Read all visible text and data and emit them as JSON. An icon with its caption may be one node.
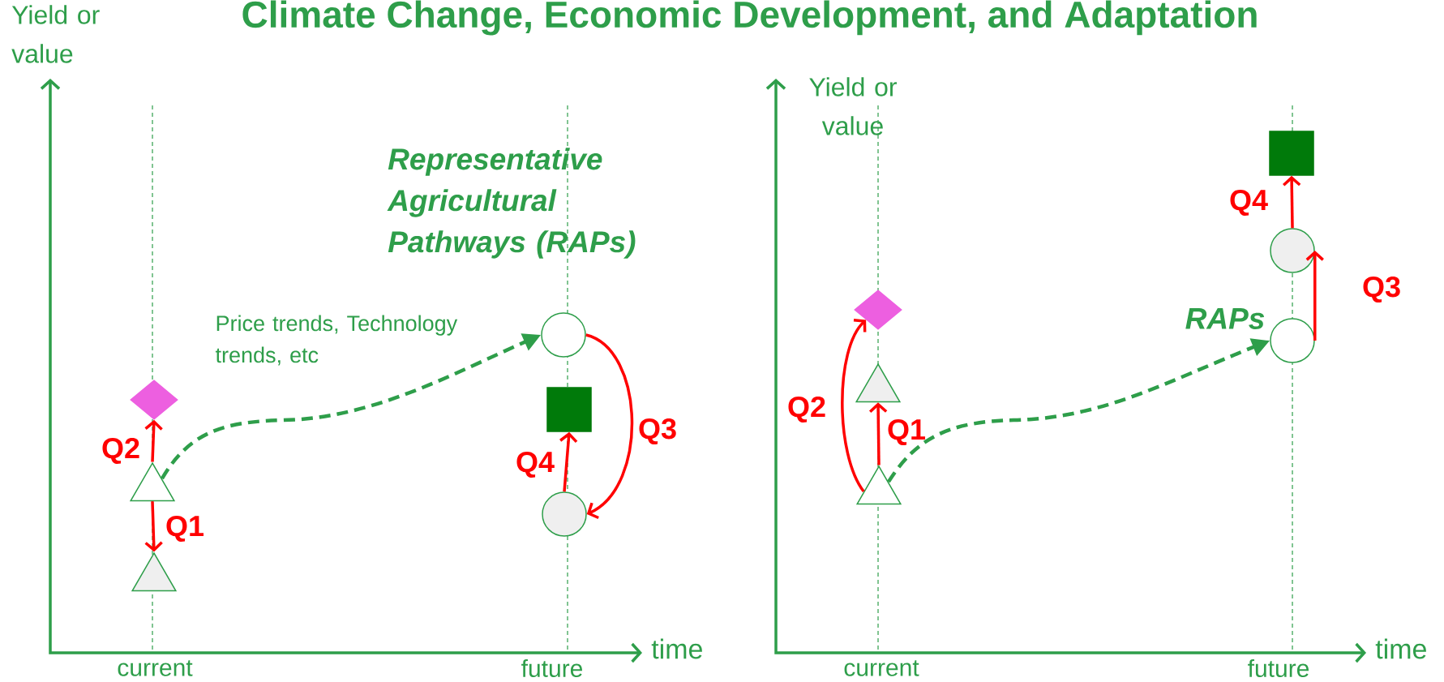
{
  "diagram": {
    "title": "Climate Change, Economic Development, and Adaptation",
    "nodes": [
      {
        "text": [],
        "shape": "diamond"
      },
      {
        "text": [],
        "shape": "triangle"
      },
      {
        "text": [],
        "shape": "triangle"
      },
      {
        "text": [],
        "shape": "circle"
      },
      {
        "text": [],
        "shape": "square"
      },
      {
        "text": [],
        "shape": "circle"
      },
      {
        "text": [],
        "shape": "diamond"
      },
      {
        "text": [],
        "shape": "triangle"
      },
      {
        "text": [],
        "shape": "triangle"
      },
      {
        "text": [],
        "shape": "square"
      },
      {
        "text": [],
        "shape": "circle"
      },
      {
        "text": [],
        "shape": "circle"
      }
    ],
    "edges": [
      {
        "from": 1,
        "to": 0,
        "arrow": "to",
        "label": "Q2"
      },
      {
        "from": 1,
        "to": 2,
        "arrow": "to",
        "label": "Q1"
      },
      {
        "from": 1,
        "to": 3,
        "arrow": "to",
        "style": "dashed",
        "color": "#2e9e4a",
        "label": "Price trends, Technology trends, etc"
      },
      {
        "from": 3,
        "to": 5,
        "arrow": "to",
        "label": "Q3"
      },
      {
        "from": 5,
        "to": 4,
        "arrow": "to",
        "label": "Q4"
      },
      {
        "from": 8,
        "to": 7,
        "arrow": "to",
        "label": "Q1"
      },
      {
        "from": 8,
        "to": 6,
        "arrow": "to",
        "label": "Q2"
      },
      {
        "from": 8,
        "to": 11,
        "arrow": "to",
        "style": "dashed",
        "color": "#2e9e4a"
      },
      {
        "from": 11,
        "to": 10,
        "arrow": "to",
        "label": "Q3"
      },
      {
        "from": 10,
        "to": 9,
        "arrow": "to",
        "label": "Q4"
      }
    ],
    "labels": [
      "Yield or value",
      "Representative Agricultural Pathways (RAPs)",
      "time",
      "current",
      "future",
      "Yield or value",
      "RAPs",
      "time",
      "current",
      "future"
    ]
  }
}
